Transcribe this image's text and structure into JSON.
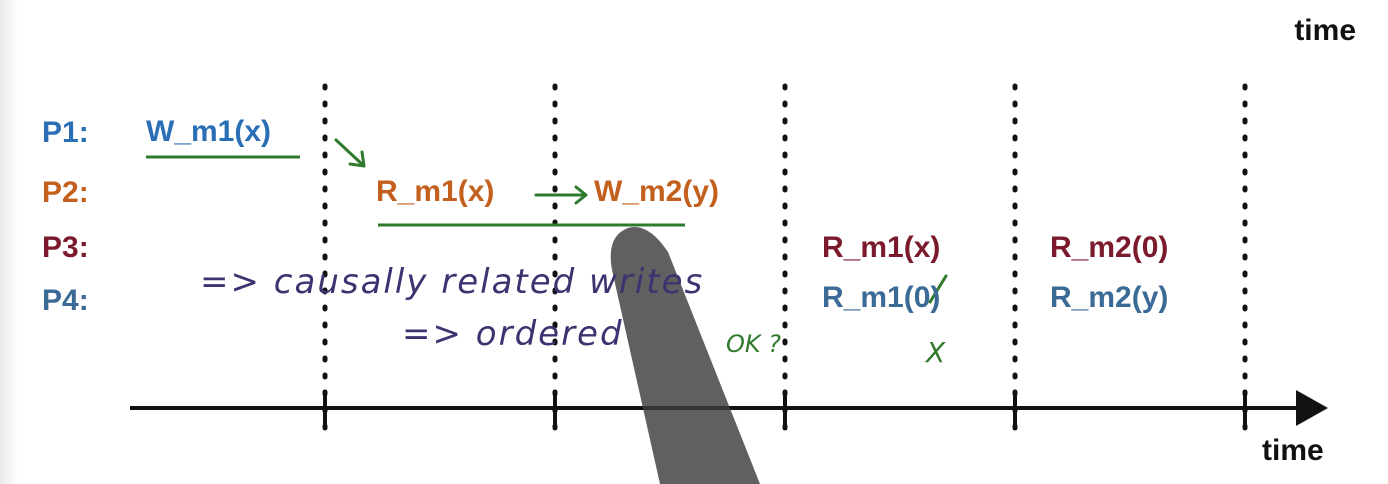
{
  "time_label_top": "time",
  "time_label_bottom": "time",
  "colors": {
    "p1": "#2a6fb5",
    "p2": "#c4601e",
    "p3": "#7a1a2c",
    "p4": "#3a6a95",
    "ink": "#3a3470",
    "green": "#2f7a2c",
    "axis": "#111111"
  },
  "processes": [
    "P1:",
    "P2:",
    "P3:",
    "P4:"
  ],
  "operations": {
    "p1_w_m1": "W_m1(x)",
    "p2_r_m1": "R_m1(x)",
    "p2_w_m2": "W_m2(y)",
    "p3_r_m1": "R_m1(x)",
    "p3_r_m2": "R_m2(0)",
    "p4_r_m1": "R_m1(0)",
    "p4_r_m2": "R_m2(y)"
  },
  "handwriting": {
    "line1": "=> causally related writes",
    "line2": "=> ordered",
    "ok": "OK ?",
    "x_mark": "X"
  }
}
